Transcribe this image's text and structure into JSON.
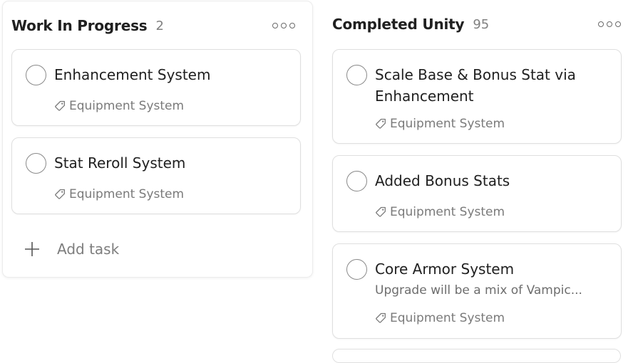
{
  "columns": [
    {
      "title": "Work In Progress",
      "count": "2",
      "tasks": [
        {
          "title": "Enhancement System",
          "label": "Equipment System"
        },
        {
          "title": "Stat Reroll System",
          "label": "Equipment System"
        }
      ],
      "add_task_label": "Add task"
    },
    {
      "title": "Completed Unity",
      "count": "95",
      "tasks": [
        {
          "title": "Scale Base & Bonus Stat via Enhancement",
          "label": "Equipment System"
        },
        {
          "title": "Added Bonus Stats",
          "label": "Equipment System"
        },
        {
          "title": "Core Armor System",
          "description": "Upgrade will be a mix of Vampic...",
          "label": "Equipment System"
        }
      ]
    }
  ],
  "icons": {
    "more": "more-options-icon",
    "checkbox": "task-checkbox-icon",
    "label": "tag-icon",
    "add": "plus-icon"
  },
  "colors": {
    "text_primary": "#202020",
    "text_secondary": "#7a7a7a",
    "border": "#dfdfdf"
  }
}
